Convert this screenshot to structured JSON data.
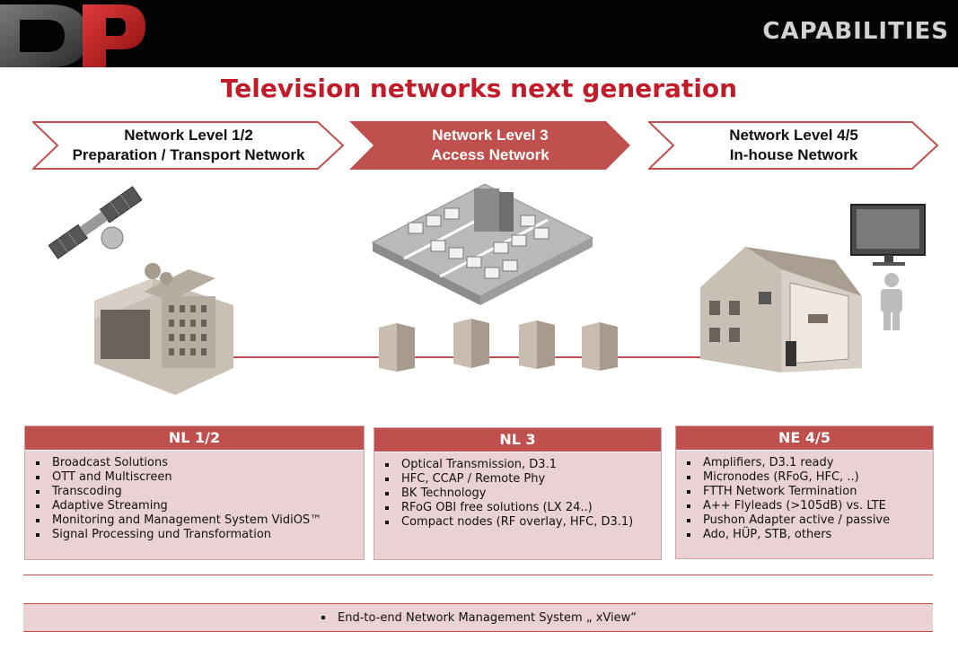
{
  "header": {
    "logo_text": "DP",
    "section_title": "CAPABILITIES"
  },
  "main_title": "Television networks next generation",
  "levels": [
    {
      "line1": "Network Level 1/2",
      "line2": "Preparation / Transport Network",
      "active": false
    },
    {
      "line1": "Network Level 3",
      "line2": "Access Network",
      "active": true
    },
    {
      "line1": "Network Level 4/5",
      "line2": "In-house Network",
      "active": false
    }
  ],
  "cards": [
    {
      "title": "NL 1/2",
      "items": [
        "Broadcast Solutions",
        "OTT and Multiscreen",
        "Transcoding",
        "Adaptive Streaming",
        "Monitoring and Management System VidiOS™",
        "Signal Processing und Transformation"
      ]
    },
    {
      "title": "NL 3",
      "items": [
        "Optical Transmission,  D3.1",
        "HFC, CCAP / Remote Phy",
        "BK Technology",
        "RFoG OBI free solutions  (LX 24..)",
        "Compact nodes (RF overlay, HFC, D3.1)"
      ]
    },
    {
      "title": "NE 4/5",
      "items": [
        "Amplifiers, D3.1 ready",
        "Micronodes (RFoG, HFC, ..)",
        "FTTH Network Termination",
        "A++ Flyleads (>105dB) vs. LTE",
        "Pushon Adapter active / passive",
        "Ado, HÜP, STB, others"
      ]
    }
  ],
  "bottom_item": "End-to-end Network Management System „ xView“",
  "colors": {
    "accent_red": "#c01d2a",
    "card_header": "#c0504d",
    "card_fill": "#ead1d3",
    "header_bg": "#040404"
  },
  "icons": [
    "satellite-icon",
    "headend-building-icon",
    "city-block-icon",
    "street-cabinet-icon",
    "house-cutaway-icon",
    "tv-monitor-icon",
    "person-icon"
  ]
}
